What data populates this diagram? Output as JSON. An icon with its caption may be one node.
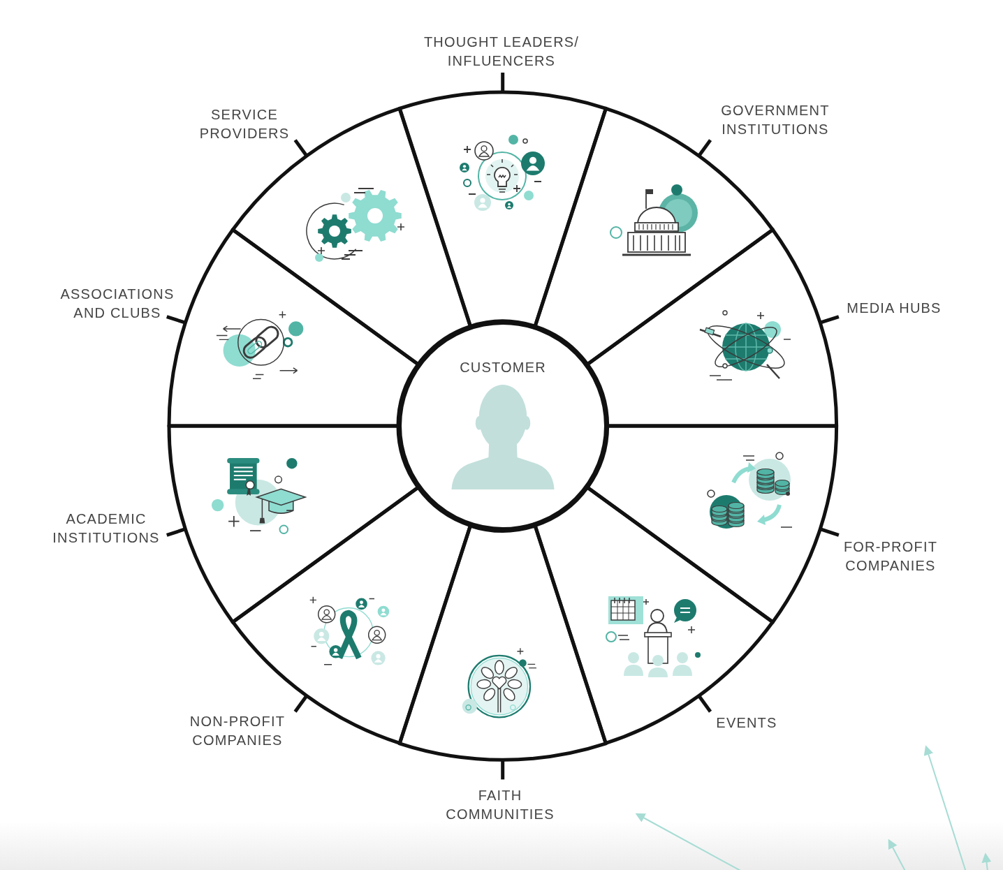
{
  "diagram": {
    "nodes": [
      {
        "text": [
          "CUSTOMER"
        ]
      },
      {
        "text": [
          "THOUGHT LEADERS/ INFLUENCERS"
        ]
      },
      {
        "text": [
          "GOVERNMENT INSTITUTIONS"
        ]
      },
      {
        "text": [
          "MEDIA HUBS"
        ]
      },
      {
        "text": [
          "FOR-PROFIT COMPANIES"
        ]
      },
      {
        "text": [
          "EVENTS"
        ]
      },
      {
        "text": [
          "FAITH COMMUNITIES"
        ]
      },
      {
        "text": [
          "NON-PROFIT COMPANIES"
        ]
      },
      {
        "text": [
          "ACADEMIC INSTITUTIONS"
        ]
      },
      {
        "text": [
          "ASSOCIATIONS AND CLUBS"
        ]
      },
      {
        "text": [
          "SERVICE PROVIDERS"
        ]
      }
    ]
  }
}
